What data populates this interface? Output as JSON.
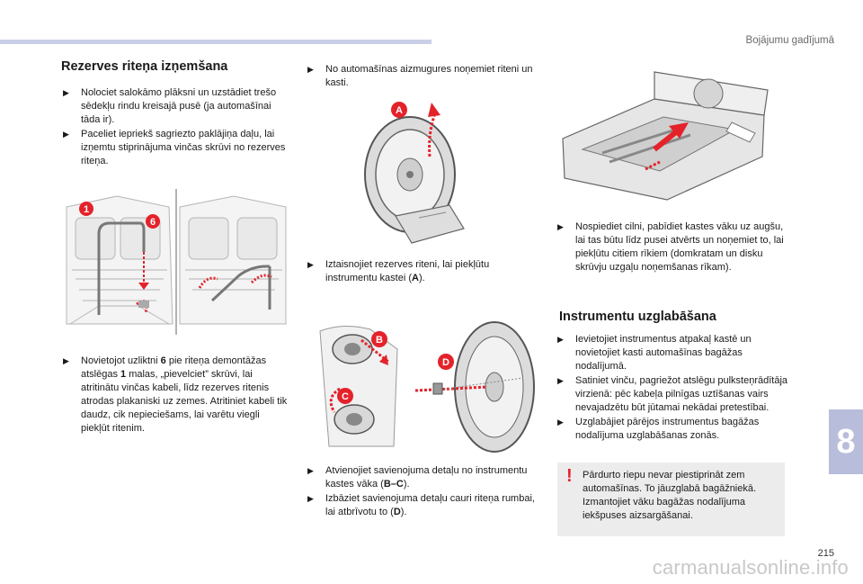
{
  "header": {
    "section_title": "Bojājumu gadījumā"
  },
  "chapter_number": "8",
  "page_number": "215",
  "watermark": "carmanualsonline.info",
  "left_column": {
    "heading": "Rezerves riteņa izņemšana",
    "steps_top": [
      "Nolociet salokāmo plāksni un uzstādiet trešo sēdekļu rindu kreisajā pusē (ja automašīnai tāda ir).",
      "Paceliet iepriekš sagriezto paklājiņa daļu, lai izņemtu stiprinājuma vinčas skrūvi no rezerves riteņa."
    ],
    "step_bottom": {
      "prefix": "Novietojot uzliktni ",
      "bold1": "6",
      "middle": " pie riteņa demontāžas atslēgas ",
      "bold2": "1",
      "suffix": " malas, „pievelciet” skrūvi, lai atritinātu vinčas kabeli, līdz rezerves ritenis atrodas plakaniski uz zemes. Atritiniet kabeli tik daudz, cik nepieciešams, lai varētu viegli piekļūt ritenim."
    },
    "figure_callouts": [
      "1",
      "6"
    ]
  },
  "middle_column": {
    "step1": "No automašīnas aizmugures noņemiet riteni un kasti.",
    "step2": {
      "prefix": "Iztaisnojiet rezerves riteni, lai piekļūtu instrumentu kastei (",
      "bold": "A",
      "suffix": ")."
    },
    "step3": {
      "prefix": "Atvienojiet savienojuma detaļu no instrumentu kastes vāka (",
      "bold": "B–C",
      "suffix": ")."
    },
    "step4": {
      "prefix": "Izbāziet savienojuma detaļu cauri riteņa rumbai, lai atbrīvotu to (",
      "bold": "D",
      "suffix": ")."
    },
    "figure_callouts": [
      "A",
      "B",
      "C",
      "D"
    ]
  },
  "right_column": {
    "step_open": "Nospiediet cilni, pabīdiet kastes vāku uz augšu, lai tas būtu līdz pusei atvērts un noņemiet to, lai piekļūtu citiem rīkiem (domkratam un disku skrūvju uzgaļu noņemšanas rīkam).",
    "heading": "Instrumentu uzglabāšana",
    "steps": [
      "Ievietojiet instrumentus atpakaļ kastē un novietojiet kasti automašīnas bagāžas nodalījumā.",
      "Satiniet vinču, pagriežot atslēgu pulksteņrādītāja virzienā: pēc kabeļa pilnīgas uztīšanas vairs nevajadzētu būt jūtamai nekādai pretestībai.",
      "Uzglabājiet pārējos instrumentus bagāžas nodalījuma uzglabāšanas zonās."
    ],
    "note": "Pārdurto riepu nevar piestiprināt zem automašīnas. To jāuzglabā bagāžniekā. Izmantojiet vāku bagāžas nodalījuma iekšpuses aizsargāšanai.",
    "note_icon": "!"
  },
  "bullet_glyph": "▶",
  "colors": {
    "accent_red": "#e4222a",
    "chapter_tab": "#b8bddb",
    "top_bar": "#c9cfe6",
    "note_bg": "#ececec"
  }
}
